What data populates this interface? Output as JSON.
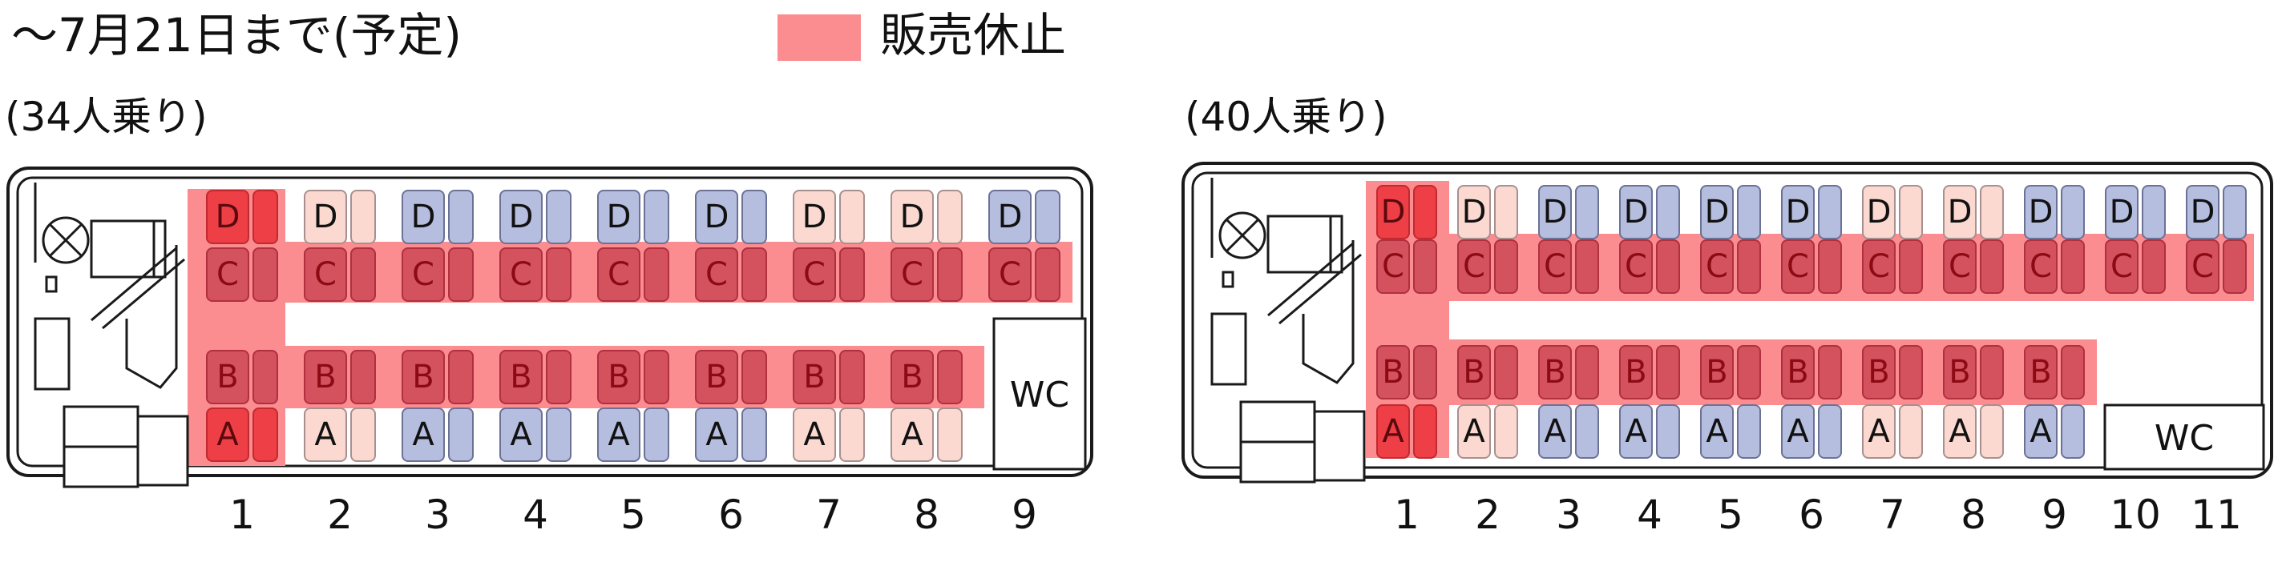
{
  "header": {
    "schedule_note": "〜7月21日まで(予定)",
    "legend_label": "販売休止"
  },
  "colors": {
    "suspended_highlight": "#fb8c8f",
    "suspended_seat": "#d4525d",
    "suspended_seat_border": "#b03040",
    "suspended_seat_text": "#8b0a14",
    "red_seat": "#ee3e46",
    "pink_seat": "#fbd9d0",
    "blue_seat": "#b6bedf",
    "outline": "#1a1a1a"
  },
  "layout_34": {
    "title": "(34人乗り)",
    "row_labels": [
      "D",
      "C",
      "B",
      "A"
    ],
    "columns": [
      "1",
      "2",
      "3",
      "4",
      "5",
      "6",
      "7",
      "8",
      "9"
    ],
    "seats": {
      "D": [
        "red",
        "pink",
        "blue",
        "blue",
        "blue",
        "blue",
        "pink",
        "pink",
        "blue"
      ],
      "C": [
        "suspended",
        "suspended",
        "suspended",
        "suspended",
        "suspended",
        "suspended",
        "suspended",
        "suspended",
        "suspended"
      ],
      "B": [
        "suspended",
        "suspended",
        "suspended",
        "suspended",
        "suspended",
        "suspended",
        "suspended",
        "suspended"
      ],
      "A": [
        "red",
        "pink",
        "blue",
        "blue",
        "blue",
        "blue",
        "pink",
        "pink"
      ]
    },
    "wc_label": "WC"
  },
  "layout_40": {
    "title": "(40人乗り)",
    "row_labels": [
      "D",
      "C",
      "B",
      "A"
    ],
    "columns": [
      "1",
      "2",
      "3",
      "4",
      "5",
      "6",
      "7",
      "8",
      "9",
      "10",
      "11"
    ],
    "seats": {
      "D": [
        "red",
        "pink",
        "blue",
        "blue",
        "blue",
        "blue",
        "pink",
        "pink",
        "blue",
        "blue",
        "blue"
      ],
      "C": [
        "suspended",
        "suspended",
        "suspended",
        "suspended",
        "suspended",
        "suspended",
        "suspended",
        "suspended",
        "suspended",
        "suspended",
        "suspended"
      ],
      "B": [
        "suspended",
        "suspended",
        "suspended",
        "suspended",
        "suspended",
        "suspended",
        "suspended",
        "suspended",
        "suspended"
      ],
      "A": [
        "red",
        "pink",
        "blue",
        "blue",
        "blue",
        "blue",
        "pink",
        "pink",
        "blue"
      ]
    },
    "wc_label": "WC"
  }
}
